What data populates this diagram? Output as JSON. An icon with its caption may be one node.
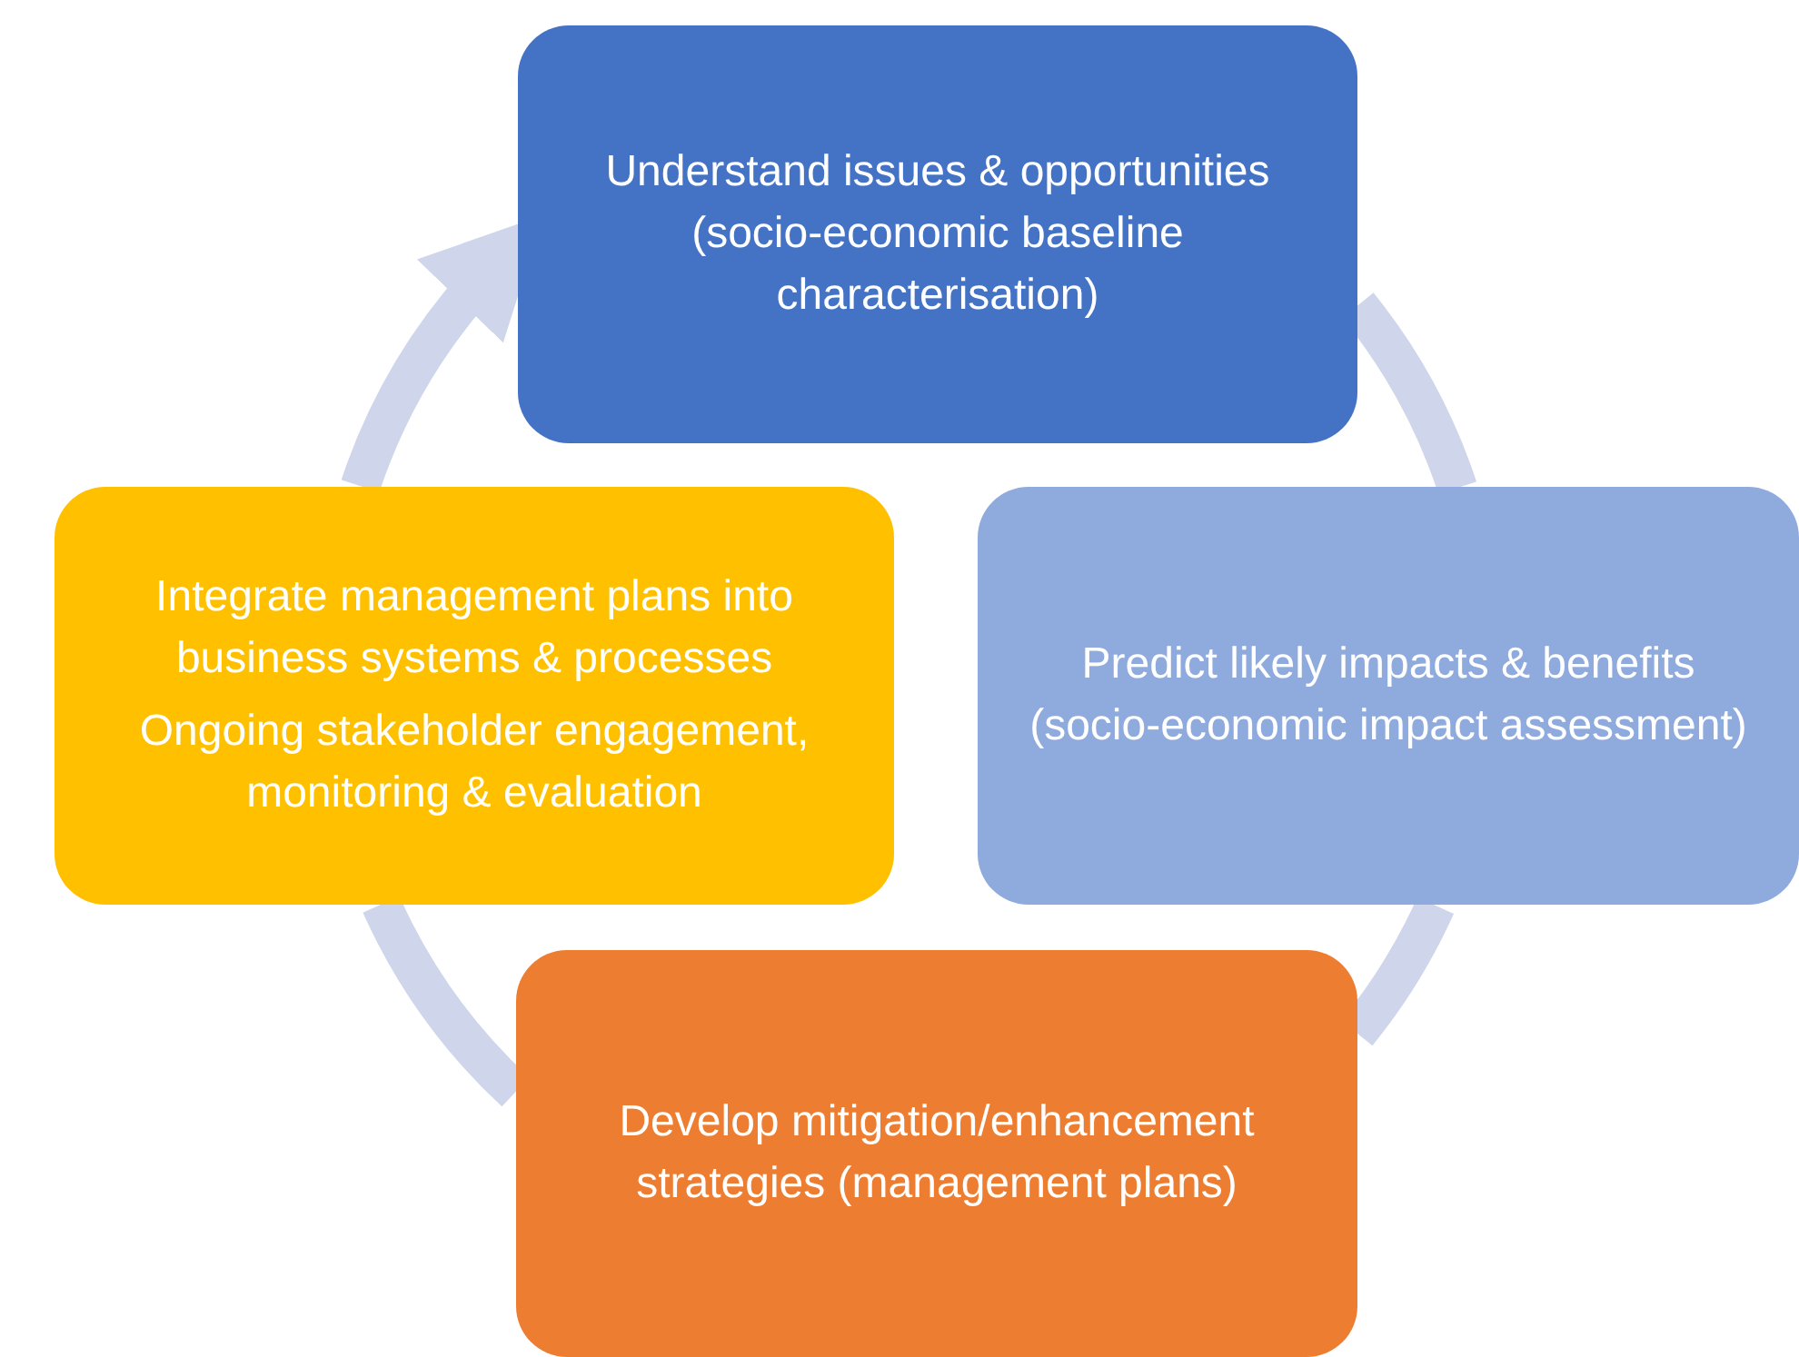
{
  "diagram": {
    "nodes": [
      {
        "text": [
          "Understand issues & opportunities (socio-economic baseline characterisation)"
        ]
      },
      {
        "text": [
          "Predict likely impacts & benefits (socio-economic impact assessment)"
        ]
      },
      {
        "text": [
          "Develop mitigation/enhancement strategies (management plans)"
        ]
      },
      {
        "text": [
          "Integrate management plans into business systems & processes",
          "Ongoing stakeholder engagement, monitoring & evaluation"
        ]
      }
    ],
    "edges": [
      {
        "from": 0,
        "to": 1,
        "arrow": "none"
      },
      {
        "from": 1,
        "to": 2,
        "arrow": "none"
      },
      {
        "from": 2,
        "to": 3,
        "arrow": "none"
      },
      {
        "from": 3,
        "to": 0,
        "arrow": "to"
      }
    ]
  }
}
